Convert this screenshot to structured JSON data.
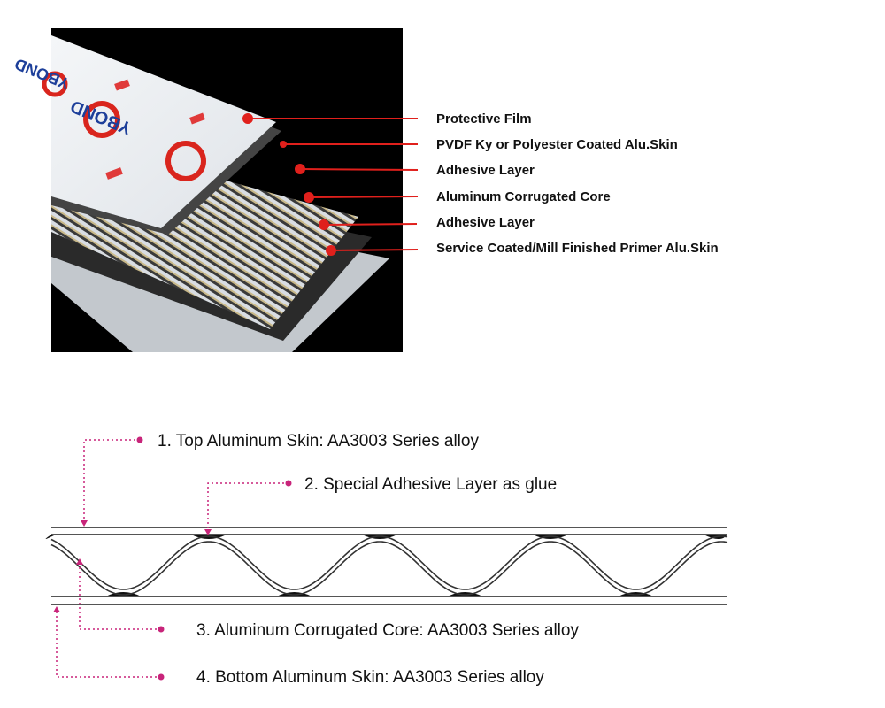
{
  "photo": {
    "logo_text": "YBOND",
    "layer_labels": [
      "Protective Film",
      "PVDF Ky or Polyester Coated Alu.Skin",
      "Adhesive Layer",
      "Aluminum Corrugated Core",
      "Adhesive Layer",
      "Service Coated/Mill Finished Primer Alu.Skin"
    ],
    "leader_color": "#e0201c"
  },
  "cross_section": {
    "annotations": [
      "1. Top Aluminum Skin: AA3003 Series alloy",
      "2. Special Adhesive Layer as glue",
      "3. Aluminum Corrugated Core: AA3003 Series alloy",
      "4. Bottom Aluminum Skin: AA3003 Series alloy"
    ],
    "annotation_color": "#c8247a"
  }
}
